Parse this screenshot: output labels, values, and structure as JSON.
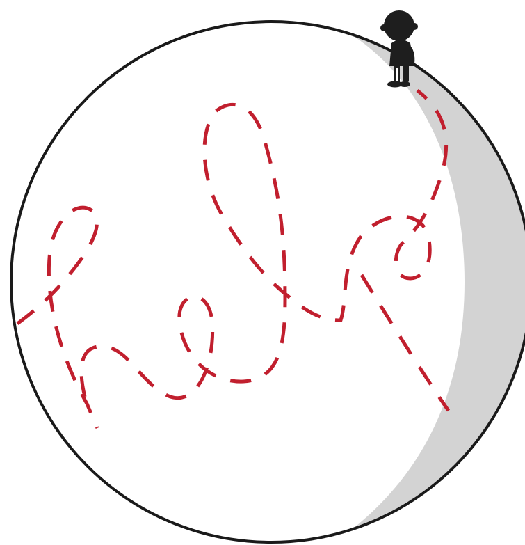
{
  "colors": {
    "background": "#ffffff",
    "planet_fill": "#ffffff",
    "planet_outline": "#1a1a1a",
    "night_shadow": "#d3d3d3",
    "path": "#c11f2e",
    "figure": "#1e1e1e",
    "figure_highlight": "#ffffff"
  },
  "icons": {
    "planet": "planet-sphere",
    "shadow": "crescent-shadow",
    "person": "standing-person-silhouette",
    "path": "dashed-wandering-path"
  }
}
